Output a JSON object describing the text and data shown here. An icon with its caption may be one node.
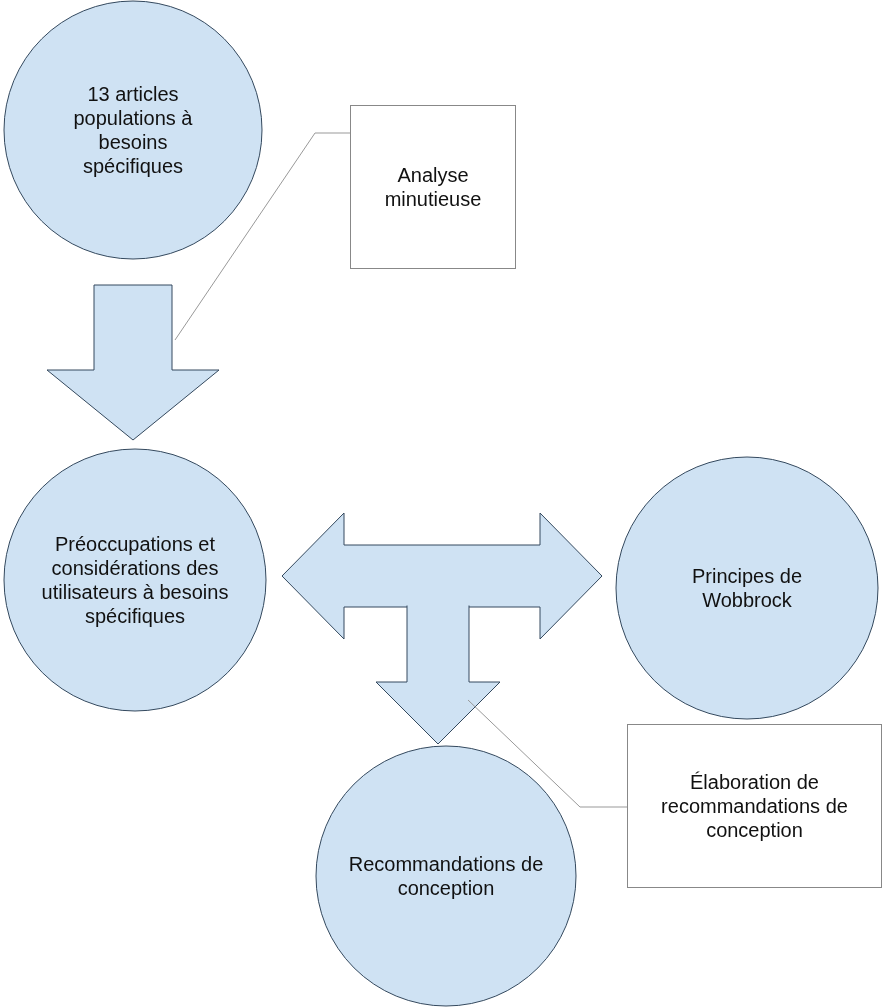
{
  "diagram": {
    "nodes": [
      {
        "text": [
          "13 articles populations à besoins spécifiques"
        ]
      },
      {
        "text": [
          "Analyse minutieuse"
        ]
      },
      {
        "text": [
          "Préoccupations et considérations des utilisateurs à besoins spécifiques"
        ]
      },
      {
        "text": [
          "Principes de Wobbrock"
        ]
      },
      {
        "text": [
          "Élaboration de recommandations de conception"
        ]
      },
      {
        "text": [
          "Recommandations de conception"
        ]
      }
    ],
    "edges": [
      {
        "from": 0,
        "to": 2,
        "arrow": "to"
      },
      {
        "from": 2,
        "to": 3,
        "arrow": "both"
      },
      {
        "from": null,
        "to": 5,
        "arrow": "to",
        "color": "#34495e"
      },
      {
        "from": 1,
        "to": null,
        "arrow": "none",
        "color": "#999999"
      },
      {
        "from": 4,
        "to": null,
        "arrow": "none",
        "color": "#999999"
      }
    ]
  }
}
